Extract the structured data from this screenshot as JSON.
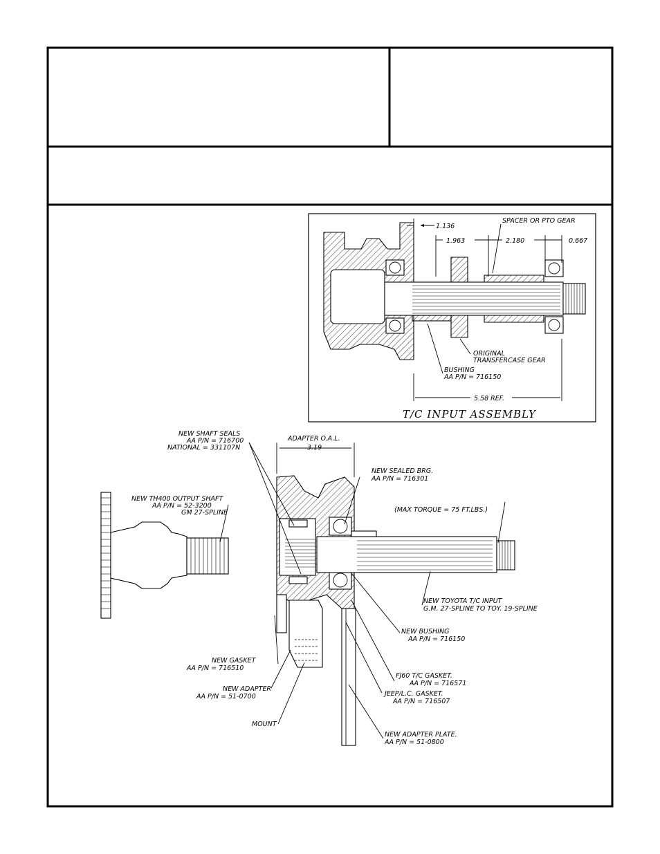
{
  "inset": {
    "title": "T/C INPUT ASSEMBLY",
    "dims": {
      "d1": "1.136",
      "d2": "1.963",
      "d3": "2.180",
      "d4": "0.667",
      "d5": "5.58 REF."
    },
    "labels": {
      "spacer": "SPACER OR PTO GEAR",
      "gear_1": "ORIGINAL",
      "gear_2": "TRANSFERCASE GEAR",
      "bushing_1": "BUSHING",
      "bushing_2": "AA P/N = 716150"
    }
  },
  "main": {
    "oal_1": "ADAPTER O.A.L.",
    "oal_2": "3.19",
    "seals_1": "NEW SHAFT SEALS",
    "seals_2": "AA P/N = 716700",
    "seals_3": "NATIONAL = 331107N",
    "brg_1": "NEW SEALED BRG.",
    "brg_2": "AA P/N = 716301",
    "shaft_1": "NEW TH400 OUTPUT SHAFT",
    "shaft_2": "AA P/N = 52-3200",
    "shaft_3": "GM 27-SPLINE",
    "torque": "(MAX TORQUE = 75 FT.LBS.)",
    "input_1": "NEW TOYOTA T/C INPUT",
    "input_2": "G.M. 27-SPLINE TO TOY. 19-SPLINE",
    "bushing_1": "NEW BUSHING",
    "bushing_2": "AA P/N = 716150",
    "gasket_1": "NEW GASKET",
    "gasket_2": "AA P/N = 716510",
    "fj60_1": "FJ60 T/C GASKET.",
    "fj60_2": "AA P/N = 716571",
    "adapter_1": "NEW ADAPTER",
    "adapter_2": "AA P/N = 51-0700",
    "jeep_1": "JEEP/L.C. GASKET.",
    "jeep_2": "AA P/N = 716507",
    "mount": "MOUNT",
    "plate_1": "NEW ADAPTER PLATE.",
    "plate_2": "AA P/N = 51-0800"
  }
}
